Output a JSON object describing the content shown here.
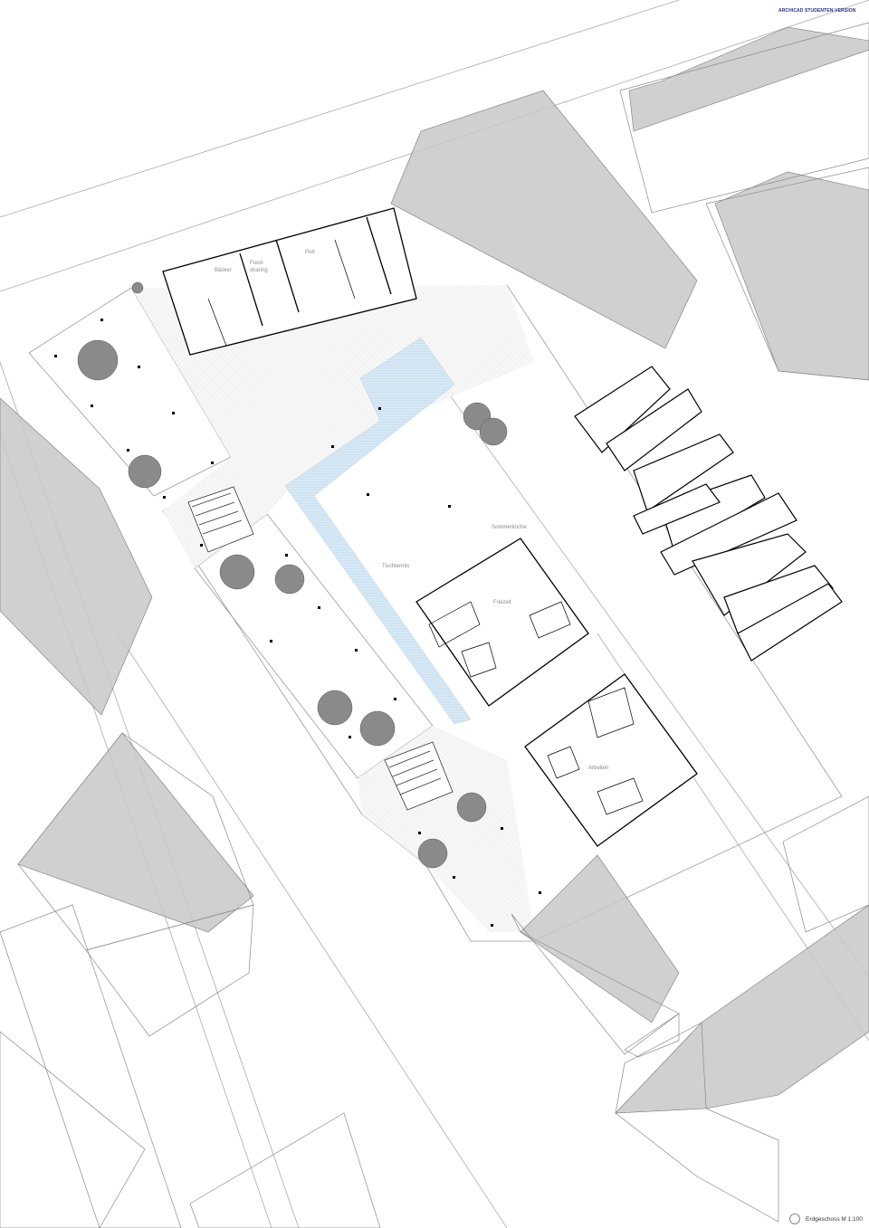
{
  "header": {
    "watermark": "ARCHICAD STUDENTEN-VERSION"
  },
  "labels": {
    "baecker": "Bäcker",
    "foodsharing_1": "Food-",
    "foodsharing_2": "sharing",
    "pub": "Pub",
    "sommerkueche": "Sommerküche",
    "tischtennis": "Tischtennis",
    "freizeit": "Freizeit",
    "arbeiten": "Arbeiten"
  },
  "footer": {
    "caption": "Erdgeschoss M 1:100"
  },
  "colors": {
    "shadow": "#c8c8c8",
    "water": "#d7e8f5",
    "ink": "#000000",
    "line": "#888888"
  }
}
